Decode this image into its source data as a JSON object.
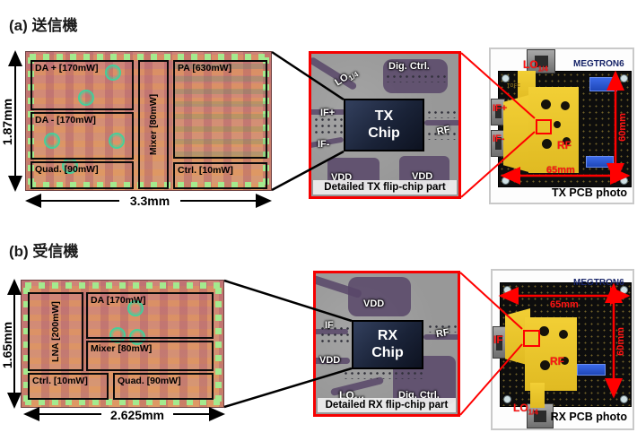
{
  "colors": {
    "callout_red": "#f60000",
    "label_red": "#ff1414",
    "brand_navy": "#172468",
    "pcb_gold": "#e8c52a",
    "board_black": "#0d0d0d",
    "trace_purple": "#584669",
    "die_pink": "#d38d74",
    "pad_green": "#a4ea8e"
  },
  "a": {
    "header": "(a) 送信機",
    "die": {
      "height_label": "1.87mm",
      "width_label": "3.3mm",
      "blocks": [
        {
          "label": "DA + [170mW]"
        },
        {
          "label": "DA - [170mW]"
        },
        {
          "label": "Quad. [90mW]"
        },
        {
          "label": "Mixer [80mW]"
        },
        {
          "label": "PA [630mW]"
        },
        {
          "label": "Ctrl. [10mW]"
        }
      ]
    },
    "flip": {
      "lo": "LO",
      "lo_sub": "1/4",
      "dig_ctrl": "Dig. Ctrl.",
      "if_plus": "IF+",
      "if_minus": "IF-",
      "chip": "TX\nChip",
      "rf": "RF",
      "vdd_left": "VDD",
      "vdd_right": "VDD",
      "caption": "Detailed TX flip-chip part"
    },
    "pcb": {
      "brand": "MEGTRON6",
      "lo": "LO",
      "lo_sub": "1/4",
      "if_plus": "IF+",
      "if_minus": "IF-",
      "rf": "RF",
      "width_label": "65mm",
      "height_label": "60mm",
      "board_mark": "TOFC",
      "caption": "TX PCB photo"
    }
  },
  "b": {
    "header": "(b) 受信機",
    "die": {
      "height_label": "1.65mm",
      "width_label": "2.625mm",
      "blocks": [
        {
          "label": "LNA [200mW]"
        },
        {
          "label": "DA [170mW]"
        },
        {
          "label": "Mixer [80mW]"
        },
        {
          "label": "Ctrl. [10mW]"
        },
        {
          "label": "Quad. [90mW]"
        }
      ]
    },
    "flip": {
      "vdd_top": "VDD",
      "if": "IF",
      "chip": "RX\nChip",
      "rf": "RF",
      "vdd_left": "VDD",
      "lo": "LO",
      "lo_sub": "1/4",
      "dig_ctrl": "Dig. Ctrl.",
      "caption": "Detailed RX flip-chip part"
    },
    "pcb": {
      "brand": "MEGTRON6",
      "width_label": "65mm",
      "height_label": "60mm",
      "if": "IF",
      "rf": "RF",
      "lo": "LO",
      "lo_sub": "1/4",
      "caption": "RX PCB photo"
    }
  }
}
